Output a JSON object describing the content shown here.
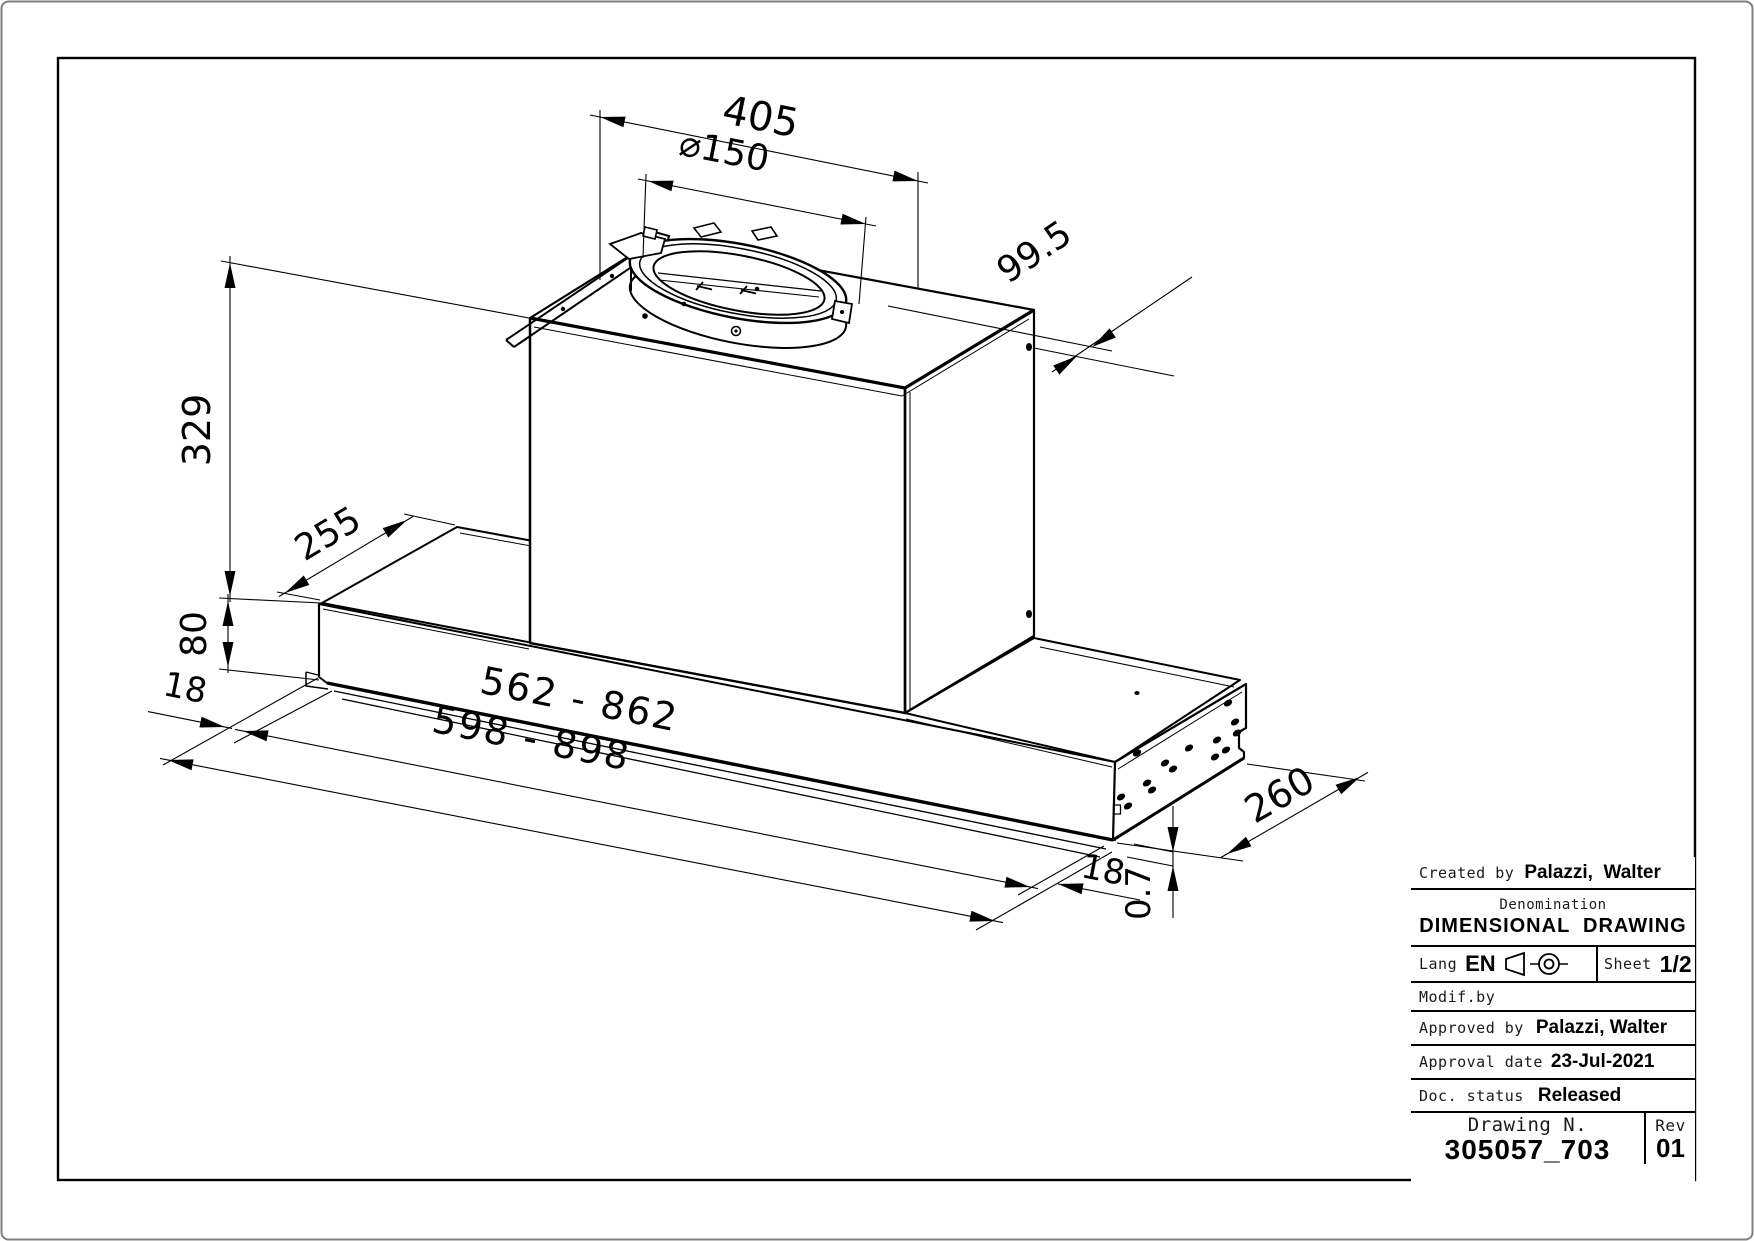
{
  "dimensions": {
    "width_top": "405",
    "duct_diameter": "⌀150",
    "duct_setback": "99.5",
    "body_height": "329",
    "top_depth": "255",
    "front_height": "80",
    "left_overhang": "18",
    "inner_width_range": "562  -  862",
    "outer_width_range": "598  -  898",
    "bracket_depth": "260",
    "right_overhang": "18",
    "flange_offset": "0.7"
  },
  "title_block": {
    "created_by_label": "Created by",
    "created_by": "Palazzi,  Walter",
    "denomination_label": "Denomination",
    "denomination": "DIMENSIONAL  DRAWING",
    "lang_label": "Lang",
    "lang": "EN",
    "sheet_label": "Sheet",
    "sheet": "1/2",
    "modified_by_label": "Modif.by",
    "approved_by_label": "Approved by",
    "approved_by": "Palazzi, Walter",
    "approval_date_label": "Approval date",
    "approval_date": "23-Jul-2021",
    "doc_status_label": "Doc. status",
    "doc_status": "Released",
    "drawing_number_label": "Drawing N.",
    "drawing_number": "305057_703",
    "revision_label": "Rev",
    "revision": "01"
  }
}
